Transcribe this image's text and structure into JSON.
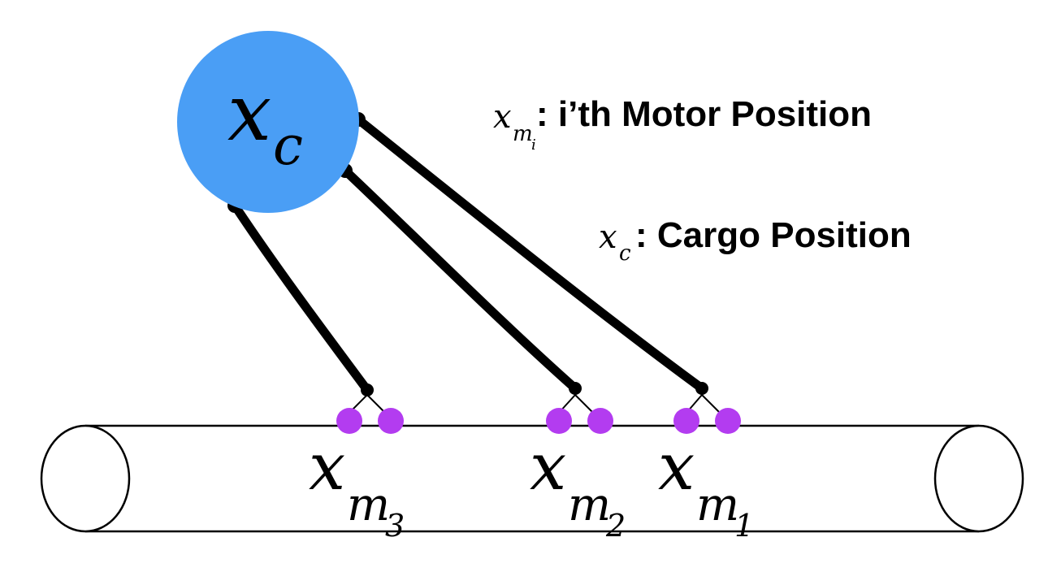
{
  "cargo": {
    "symbol": "x",
    "subscript": "c",
    "color": "#4a9ef5"
  },
  "legend": {
    "motor": {
      "symbol": "x",
      "subscript": "m",
      "subsubscript": "i",
      "text": ": i’th Motor Position"
    },
    "cargo": {
      "symbol": "x",
      "subscript": "c",
      "text": ": Cargo Position"
    }
  },
  "motors": [
    {
      "symbol": "x",
      "subscript": "m",
      "subsubscript": "3"
    },
    {
      "symbol": "x",
      "subscript": "m",
      "subsubscript": "2"
    },
    {
      "symbol": "x",
      "subscript": "m",
      "subsubscript": "1"
    }
  ],
  "colors": {
    "motor_head": "#b33cf0",
    "tether": "#000000",
    "microtubule_outline": "#000000"
  }
}
